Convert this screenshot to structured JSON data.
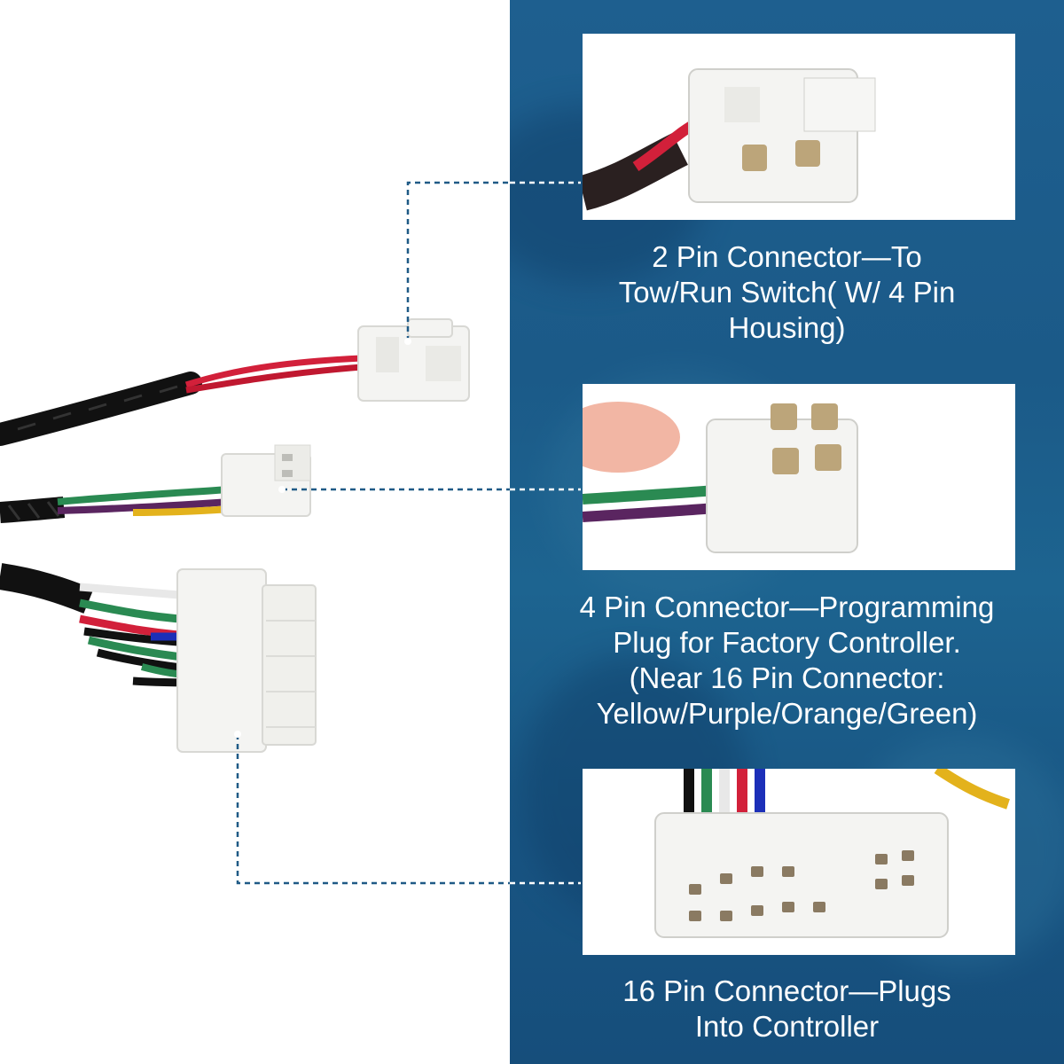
{
  "callouts": [
    {
      "id": "two-pin",
      "caption_lines": [
        "2 Pin Connector—To",
        "Tow/Run Switch( W/ 4 Pin",
        "Housing)"
      ]
    },
    {
      "id": "four-pin",
      "caption_lines": [
        "4 Pin Connector—Programming",
        "Plug for Factory Controller.",
        "(Near 16 Pin Connector:",
        "Yellow/Purple/Orange/Green)"
      ]
    },
    {
      "id": "sixteen-pin",
      "caption_lines": [
        "16 Pin Connector—Plugs",
        "Into Controller"
      ]
    }
  ],
  "colors": {
    "panel_blue": "#1c5d8c",
    "dash_line": "#1f5a86",
    "connector_white": "#f4f4f2",
    "wire_black": "#111111",
    "wire_red": "#d2203a",
    "wire_green": "#2a8a52",
    "wire_purple": "#5a2560",
    "wire_yellow": "#e3b21c",
    "wire_blue": "#1c2fb8",
    "wire_white": "#e8e8e8"
  }
}
